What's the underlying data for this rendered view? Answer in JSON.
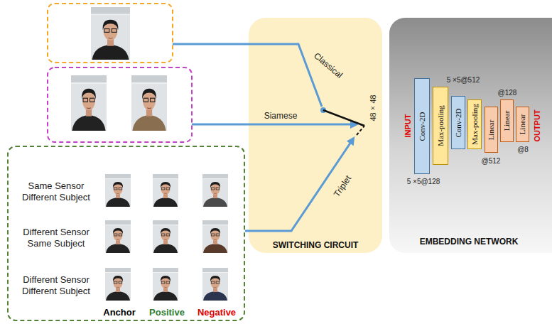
{
  "diagram": {
    "nodes": [
      {
        "text": [
          "Same Sensor Different Subject",
          "Different Sensor Same Subject",
          "Different Sensor Different Subject",
          "Anchor",
          "Positive",
          "Negative"
        ]
      },
      {
        "text": [
          "SWITCHING CIRCUIT"
        ]
      },
      {
        "text": [
          "EMBEDDING NETWORK"
        ]
      },
      {
        "text": [
          "Conv-2D"
        ],
        "in": 2
      },
      {
        "text": [
          "Max-pooling"
        ],
        "in": 2
      },
      {
        "text": [
          "Conv-2D"
        ],
        "in": 2
      },
      {
        "text": [
          "Max-pooling"
        ],
        "in": 2
      },
      {
        "text": [
          "Linear"
        ],
        "in": 2
      },
      {
        "text": [
          "Linear"
        ],
        "in": 2
      },
      {
        "text": [
          "Linear"
        ],
        "in": 2
      }
    ],
    "labels": [
      "Classical",
      "Siamese",
      "Triplet",
      "48 × 48",
      "INPUT",
      "OUTPUT",
      "5 ×5@128",
      "5 ×5@512",
      "@512",
      "@128",
      "@8"
    ]
  }
}
